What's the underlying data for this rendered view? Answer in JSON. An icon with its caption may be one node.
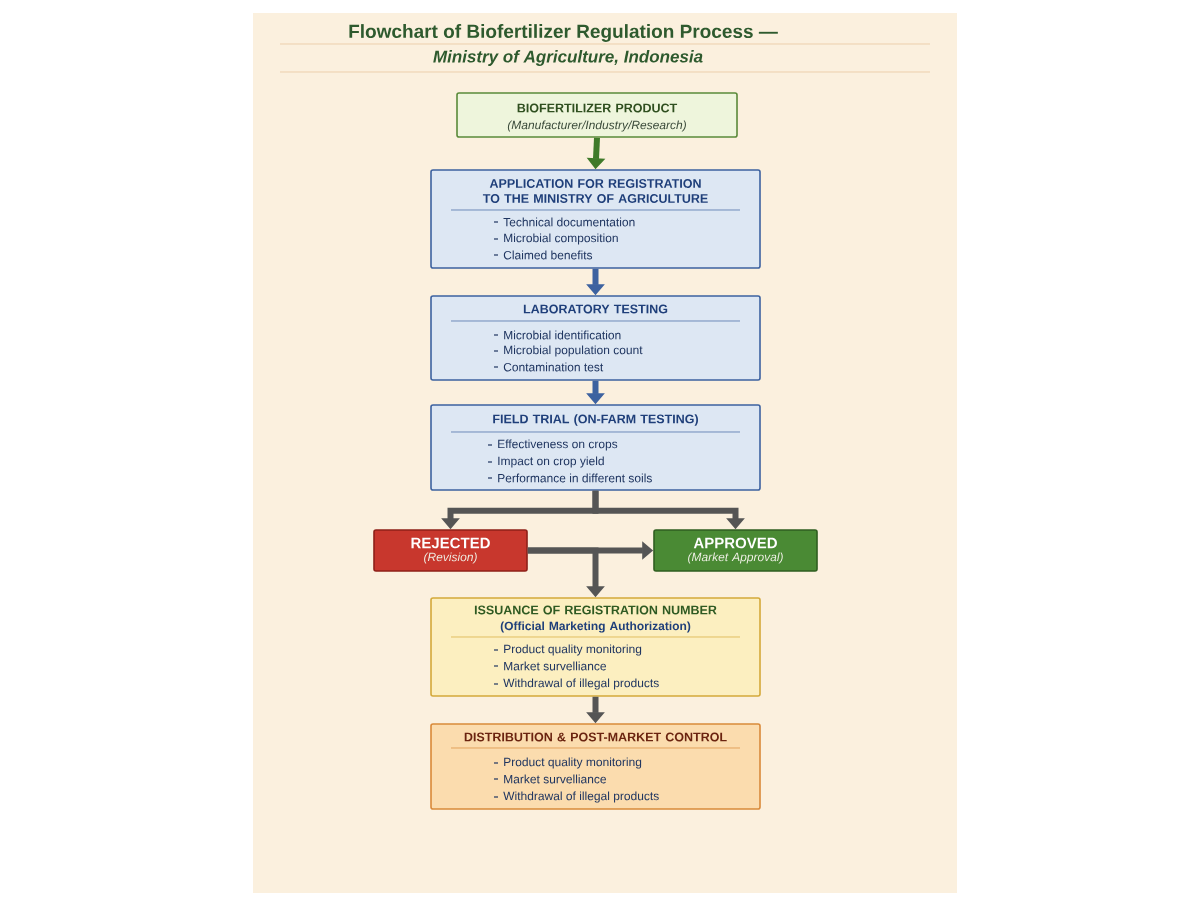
{
  "diagram": {
    "title": "Flowchart of Biofertilizer Regulation Process —",
    "nodes": [
      {
        "text": [
          "BIOFERTILIZER PRODUCT",
          "(Manufacturer/Industry/Research)"
        ]
      },
      {
        "text": [
          "APPLICATION FOR REGISTRATION TO THE MINISTRY OF AGRICULTURE",
          "Technical documentation",
          "Microbial composition",
          "Claimed benefits"
        ]
      },
      {
        "text": [
          "LABORATORY TESTING",
          "Microbial identification",
          "Microbial population count",
          "Contamination test"
        ]
      },
      {
        "text": [
          "FIELD TRIAL (ON-FARM TESTING)",
          "Effectiveness on crops",
          "Impact on crop yield",
          "Performance in different soils"
        ]
      },
      {
        "text": [
          "REJECTED",
          "(Revision)"
        ]
      },
      {
        "text": [
          "APPROVED",
          "(Market Approval)"
        ]
      },
      {
        "text": [
          "ISSUANCE OF REGISTRATION NUMBER",
          "(Official Marketing Authorization)",
          "Product quality monitoring",
          "Market survelliance",
          "Withdrawal of illegal products"
        ]
      },
      {
        "text": [
          "DISTRIBUTION & POST-MARKET CONTROL",
          "Product quality monitoring",
          "Market survelliance",
          "Withdrawal of illegal products"
        ]
      }
    ],
    "edges": [
      {
        "from": 0,
        "to": 1,
        "arrow": "to",
        "color": "#3f7a2a"
      },
      {
        "from": 1,
        "to": 2,
        "arrow": "to",
        "color": "#3d62a0"
      },
      {
        "from": 2,
        "to": 3,
        "arrow": "to",
        "color": "#3d62a0"
      },
      {
        "from": 3,
        "to": 4,
        "arrow": "to"
      },
      {
        "from": 3,
        "to": 5,
        "arrow": "to"
      },
      {
        "from": 4,
        "to": 5,
        "arrow": "to"
      },
      {
        "from": 4,
        "to": 6,
        "arrow": "to"
      },
      {
        "from": 6,
        "to": 7,
        "arrow": "to"
      }
    ],
    "labels": [
      "Ministry of Agriculture, Indonesia"
    ]
  }
}
